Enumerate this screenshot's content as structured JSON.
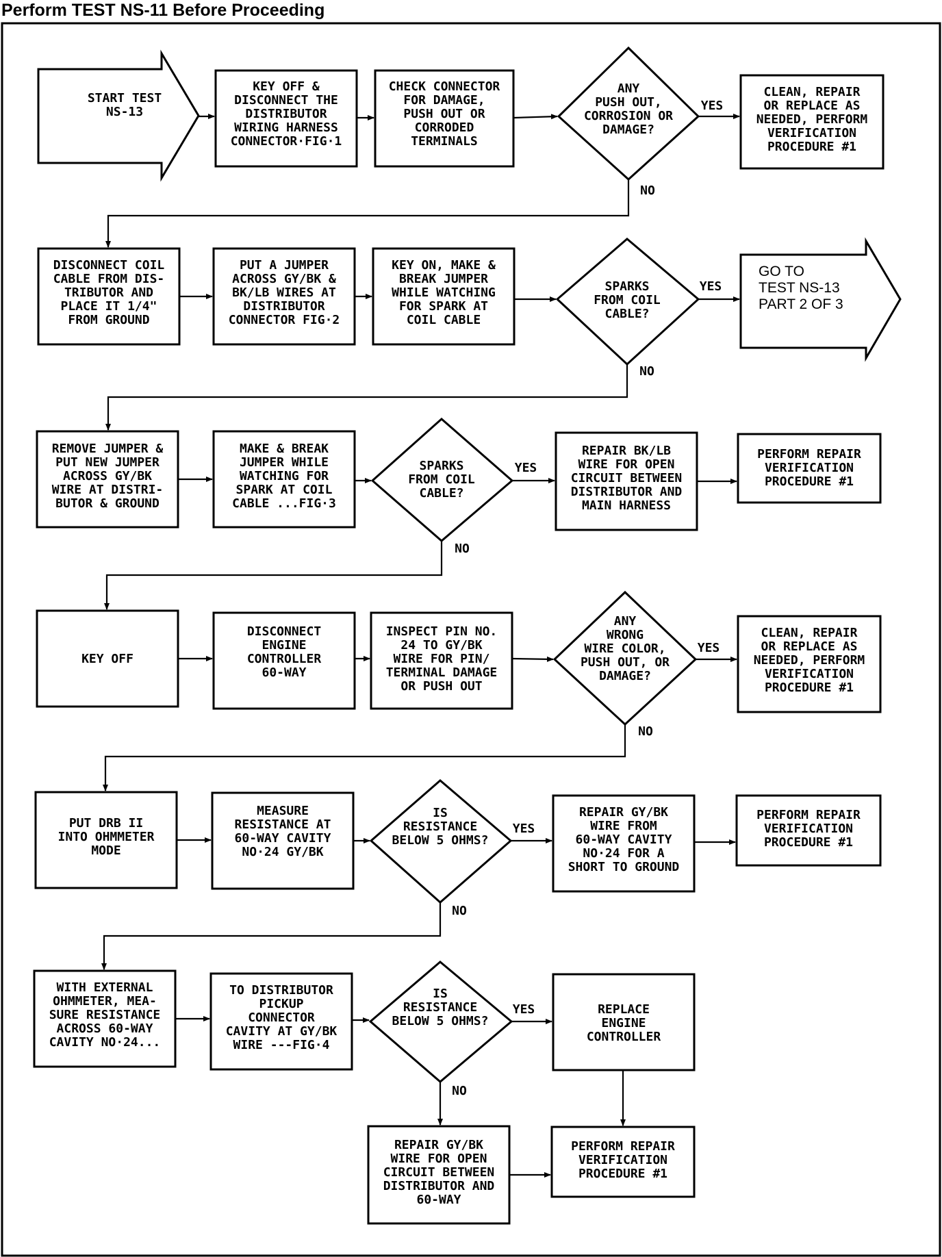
{
  "title": "Perform TEST NS-11 Before Proceeding",
  "labels": {
    "yes": "YES",
    "no": "NO"
  },
  "nodes": {
    "start": [
      "START TEST",
      "NS-13"
    ],
    "r1_key_off_disconnect": [
      "KEY OFF &",
      "DISCONNECT THE",
      "DISTRIBUTOR",
      "WIRING HARNESS",
      "CONNECTOR·FIG·1"
    ],
    "r1_check_connector": [
      "CHECK CONNECTOR",
      "FOR DAMAGE,",
      "PUSH OUT OR",
      "CORRODED",
      "TERMINALS"
    ],
    "r1_decision": [
      "ANY",
      "PUSH OUT,",
      "CORROSION OR",
      "DAMAGE?"
    ],
    "r1_clean_repair": [
      "CLEAN, REPAIR",
      "OR REPLACE AS",
      "NEEDED, PERFORM",
      "VERIFICATION",
      "PROCEDURE #1"
    ],
    "r2_disconnect_coil": [
      "DISCONNECT COIL",
      "CABLE FROM DIS-",
      "TRIBUTOR AND",
      "PLACE IT 1/4\"",
      "FROM GROUND"
    ],
    "r2_put_jumper": [
      "PUT A JUMPER",
      "ACROSS GY/BK &",
      "BK/LB WIRES AT",
      "DISTRIBUTOR",
      "CONNECTOR FIG·2"
    ],
    "r2_key_on": [
      "KEY ON, MAKE &",
      "BREAK JUMPER",
      "WHILE WATCHING",
      "FOR SPARK AT",
      "COIL CABLE"
    ],
    "r2_decision": [
      "SPARKS",
      "FROM COIL",
      "CABLE?"
    ],
    "r2_goto": [
      "GO TO",
      "TEST NS-13",
      "PART 2 OF 3"
    ],
    "r3_remove_jumper": [
      "REMOVE JUMPER &",
      "PUT NEW JUMPER",
      "ACROSS GY/BK",
      "WIRE AT DISTRI-",
      "BUTOR & GROUND"
    ],
    "r3_make_break": [
      "MAKE & BREAK",
      "JUMPER WHILE",
      "WATCHING FOR",
      "SPARK AT COIL",
      "CABLE ...FIG·3"
    ],
    "r3_decision": [
      "SPARKS",
      "FROM COIL",
      "CABLE?"
    ],
    "r3_repair_bklb": [
      "REPAIR BK/LB",
      "WIRE FOR OPEN",
      "CIRCUIT BETWEEN",
      "DISTRIBUTOR AND",
      "MAIN HARNESS"
    ],
    "r3_perform": [
      "PERFORM REPAIR",
      "VERIFICATION",
      "PROCEDURE #1"
    ],
    "r4_key_off": [
      "KEY OFF"
    ],
    "r4_disconnect_ec": [
      "DISCONNECT",
      "ENGINE",
      "CONTROLLER",
      "60-WAY"
    ],
    "r4_inspect_pin": [
      "INSPECT PIN NO.",
      "24 TO GY/BK",
      "WIRE FOR PIN/",
      "TERMINAL DAMAGE",
      "OR PUSH OUT"
    ],
    "r4_decision": [
      "ANY",
      "WRONG",
      "WIRE COLOR,",
      "PUSH OUT, OR",
      "DAMAGE?"
    ],
    "r4_clean_repair": [
      "CLEAN, REPAIR",
      "OR REPLACE AS",
      "NEEDED, PERFORM",
      "VERIFICATION",
      "PROCEDURE #1"
    ],
    "r5_put_drb": [
      "PUT DRB II",
      "INTO OHMMETER",
      "MODE"
    ],
    "r5_measure": [
      "MEASURE",
      "RESISTANCE AT",
      "60-WAY CAVITY",
      "NO·24 GY/BK"
    ],
    "r5_decision": [
      "IS",
      "RESISTANCE",
      "BELOW 5 OHMS?"
    ],
    "r5_repair_gybk": [
      "REPAIR GY/BK",
      "WIRE FROM",
      "60-WAY CAVITY",
      "NO·24 FOR A",
      "SHORT TO GROUND"
    ],
    "r5_perform": [
      "PERFORM REPAIR",
      "VERIFICATION",
      "PROCEDURE #1"
    ],
    "r6_with_external": [
      "WITH EXTERNAL",
      "OHMMETER, MEA-",
      "SURE RESISTANCE",
      "ACROSS 60-WAY",
      "CAVITY NO·24..."
    ],
    "r6_to_distributor": [
      "TO DISTRIBUTOR",
      "PICKUP",
      "CONNECTOR",
      "CAVITY AT GY/BK",
      "WIRE ---FIG·4"
    ],
    "r6_decision": [
      "IS",
      "RESISTANCE",
      "BELOW 5 OHMS?"
    ],
    "r6_replace_ec": [
      "REPLACE",
      "ENGINE",
      "CONTROLLER"
    ],
    "r7_repair_open": [
      "REPAIR GY/BK",
      "WIRE FOR OPEN",
      "CIRCUIT BETWEEN",
      "DISTRIBUTOR AND",
      "60-WAY"
    ],
    "r7_perform": [
      "PERFORM REPAIR",
      "VERIFICATION",
      "PROCEDURE #1"
    ]
  }
}
